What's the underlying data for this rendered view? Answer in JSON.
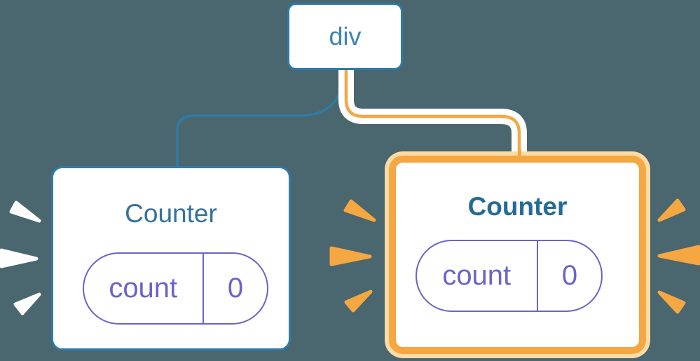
{
  "diagram": {
    "description": "React component tree: a div root with two Counter children; the second Counter is highlighted with state preserved",
    "background_color": "#4a666f",
    "root_node": {
      "label": "div"
    },
    "children": [
      {
        "label": "Counter",
        "state_key": "count",
        "state_value": "0",
        "highlighted": false
      },
      {
        "label": "Counter",
        "state_key": "count",
        "state_value": "0",
        "highlighted": true
      }
    ],
    "colors": {
      "tree_blue": "#2f7ba7",
      "node_text_blue": "#3e84af",
      "title_blue": "#35719c",
      "title_blue_bold": "#256b95",
      "state_purple": "#6a64c9",
      "highlight_orange": "#f5a742",
      "highlight_halo": "#fbdca6",
      "burst_white": "#ffffff"
    }
  }
}
